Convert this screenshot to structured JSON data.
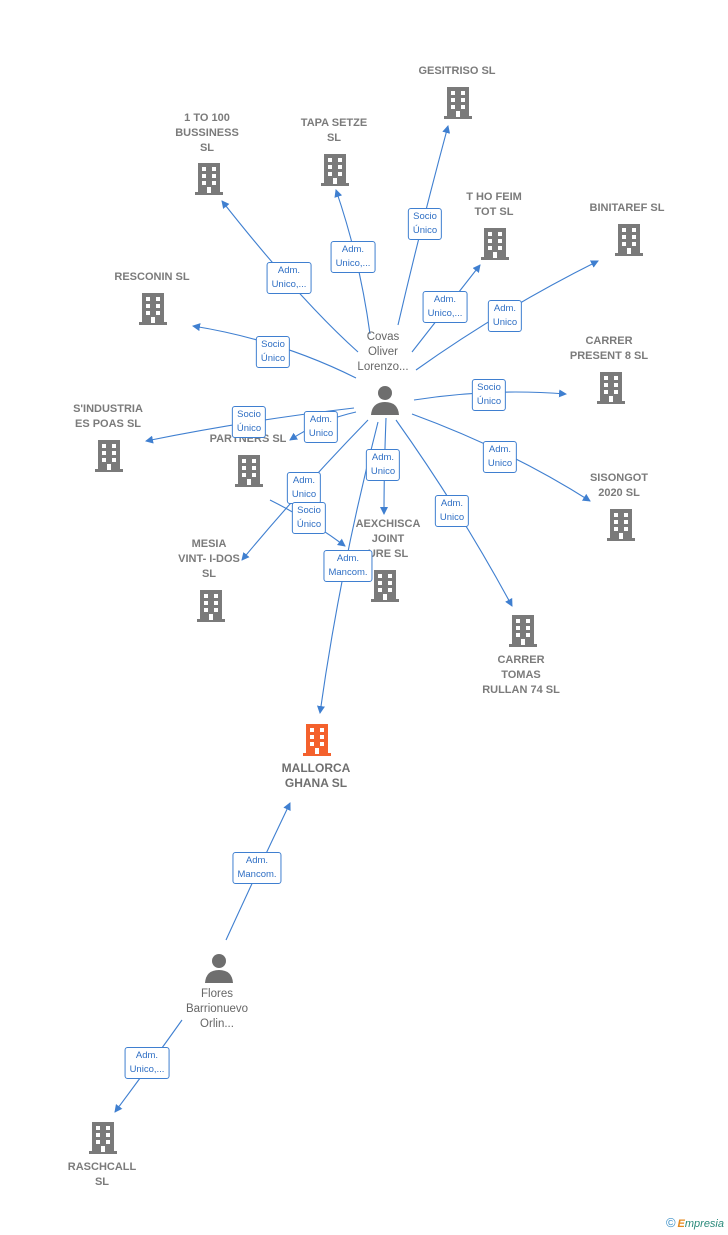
{
  "diagram": {
    "center_person": {
      "name": "Covas\nOliver\nLorenzo..."
    },
    "second_person": {
      "name": "Flores\nBarrionuevo\nOrlin..."
    },
    "main_company": {
      "name": "MALLORCA\nGHANA  SL",
      "color": "#f4612d"
    },
    "companies": [
      {
        "id": "gesitriso",
        "name": "GESITRISO  SL"
      },
      {
        "id": "1to100",
        "name": "1 TO 100\nBUSSINESS\nSL"
      },
      {
        "id": "tapa",
        "name": "TAPA SETZE\nSL"
      },
      {
        "id": "thofeim",
        "name": "T HO FEIM\nTOT  SL"
      },
      {
        "id": "binitaref",
        "name": "BINITAREF  SL"
      },
      {
        "id": "resconin",
        "name": "RESCONIN  SL"
      },
      {
        "id": "carrer8",
        "name": "CARRER\nPRESENT 8  SL"
      },
      {
        "id": "sindustria",
        "name": "S'INDUSTRIA\nES POAS  SL"
      },
      {
        "id": "partners",
        "name": "PARTNERS  SL"
      },
      {
        "id": "sisongot",
        "name": "SISONGOT\n2020  SL"
      },
      {
        "id": "aexchisca",
        "name": "AEXCHISCA\nJOINT\nURE  SL"
      },
      {
        "id": "mesia",
        "name": "MESIA\nVINT- I-DOS\nSL"
      },
      {
        "id": "carrer74",
        "name": "CARRER\nTOMAS\nRULLAN 74  SL"
      },
      {
        "id": "raschcall",
        "name": "RASCHCALL\nSL"
      }
    ],
    "relations": [
      {
        "id": "r-gesitriso",
        "label": "Socio\nÚnico"
      },
      {
        "id": "r-1to100",
        "label": "Adm.\nUnico,..."
      },
      {
        "id": "r-tapa",
        "label": "Adm.\nUnico,..."
      },
      {
        "id": "r-thofeim",
        "label": "Adm.\nUnico,..."
      },
      {
        "id": "r-binitaref",
        "label": "Adm.\nUnico"
      },
      {
        "id": "r-resconin",
        "label": "Socio\nÚnico"
      },
      {
        "id": "r-carrer8",
        "label": "Socio\nÚnico"
      },
      {
        "id": "r-sindustria",
        "label": "Socio\nÚnico"
      },
      {
        "id": "r-partners",
        "label": "Adm.\nUnico"
      },
      {
        "id": "r-sisongot",
        "label": "Adm.\nUnico"
      },
      {
        "id": "r-aexchisca",
        "label": "Adm.\nUnico"
      },
      {
        "id": "r-mesia",
        "label": "Adm.\nUnico"
      },
      {
        "id": "r-aex-socio",
        "label": "Socio\nÚnico"
      },
      {
        "id": "r-carrer74",
        "label": "Adm.\nUnico"
      },
      {
        "id": "r-mallorca1",
        "label": "Adm.\nMancom."
      },
      {
        "id": "r-mallorca2",
        "label": "Adm.\nMancom."
      },
      {
        "id": "r-raschcall",
        "label": "Adm.\nUnico,..."
      }
    ],
    "colors": {
      "edge": "#3f7fd0",
      "company_icon": "#7a7a7a",
      "person_icon": "#6e6e6e"
    }
  },
  "footer": {
    "copyright_symbol": "©",
    "brand_initial": "E",
    "brand_rest": "mpresia"
  }
}
